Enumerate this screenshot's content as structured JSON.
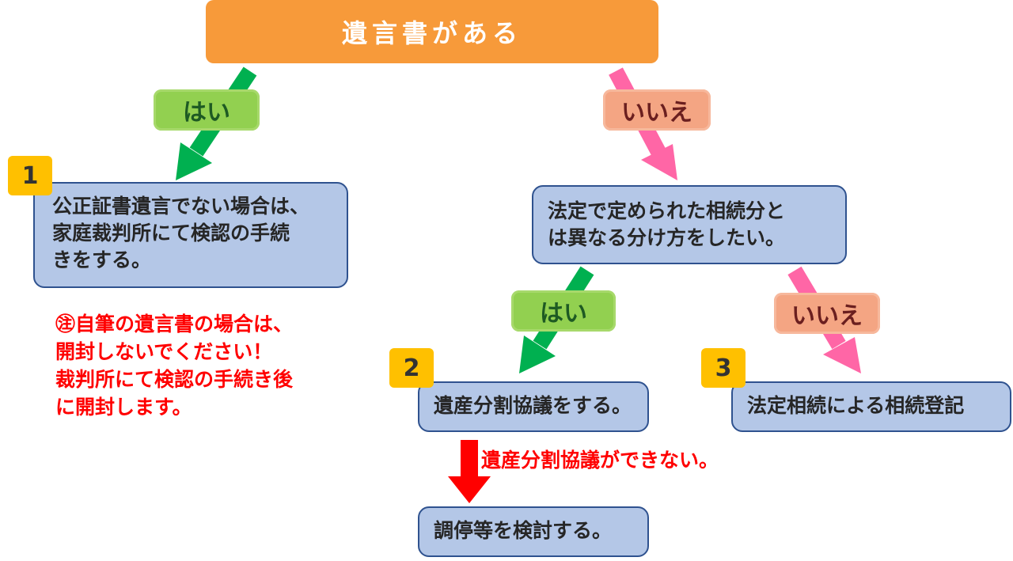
{
  "top_question": "遺言書がある",
  "labels": {
    "yes": "はい",
    "no": "いいえ"
  },
  "steps": {
    "n1": "1",
    "box1_lines": [
      "公正証書遺言でない場合は、",
      "家庭裁判所にて検認の手続",
      "きをする。"
    ],
    "question2_lines": [
      "法定で定められた相続分と",
      "は異なる分け方をしたい。"
    ],
    "n2": "2",
    "box2": "遺産分割協議をする。",
    "n3": "3",
    "box3": "法定相続による相続登記",
    "fail_label": "遺産分割協議ができない。",
    "box4": "調停等を検討する。"
  },
  "note_lines": [
    "㊟自筆の遺言書の場合は、",
    "開封しないでください！",
    "裁判所にて検認の手続き後",
    "に開封します。"
  ],
  "colors": {
    "top": "#f79a3a",
    "box_fill": "#b4c7e7",
    "box_border": "#2f528f",
    "badge": "#ffc000",
    "yes_arrow": "#00b050",
    "no_arrow": "#ff66a6",
    "red": "#ff0000",
    "yes_label": "#92d050",
    "no_label": "#f4a583"
  }
}
